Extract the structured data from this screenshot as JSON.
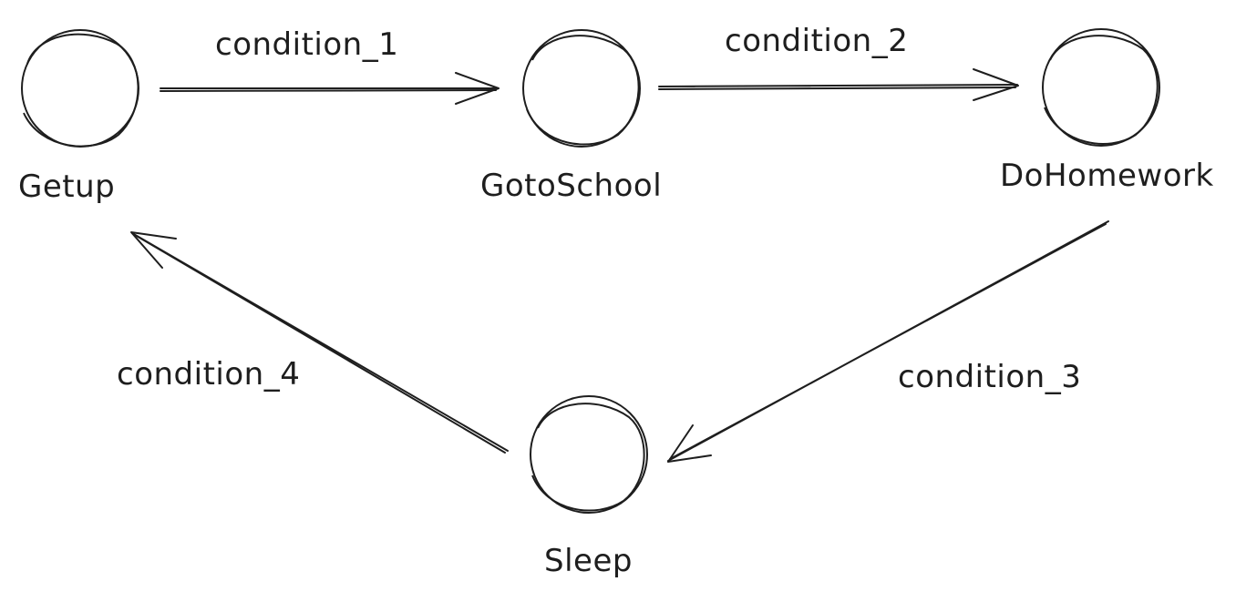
{
  "diagram": {
    "nodes": [
      {
        "id": "getup",
        "label": "Getup"
      },
      {
        "id": "gotoschool",
        "label": "GotoSchool"
      },
      {
        "id": "dohomework",
        "label": "DoHomework"
      },
      {
        "id": "sleep",
        "label": "Sleep"
      }
    ],
    "edges": [
      {
        "from": "getup",
        "to": "gotoschool",
        "label": "condition_1"
      },
      {
        "from": "gotoschool",
        "to": "dohomework",
        "label": "condition_2"
      },
      {
        "from": "dohomework",
        "to": "sleep",
        "label": "condition_3"
      },
      {
        "from": "sleep",
        "to": "getup",
        "label": "condition_4"
      }
    ]
  }
}
